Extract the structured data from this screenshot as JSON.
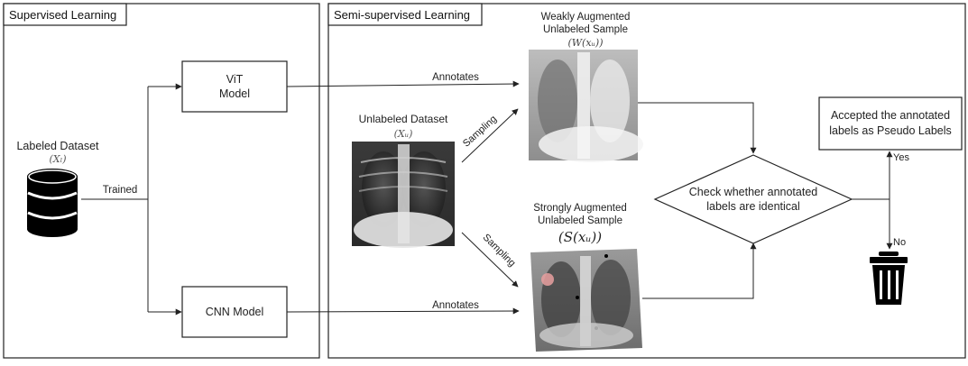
{
  "supervised": {
    "section_title": "Supervised Learning",
    "labeled_dataset_label": "Labeled Dataset",
    "labeled_dataset_symbol": "(Xₗ)",
    "trained_label": "Trained",
    "vit_model_line1": "ViT",
    "vit_model_line2": "Model",
    "cnn_model_label": "CNN Model"
  },
  "semi_supervised": {
    "section_title": "Semi-supervised Learning",
    "unlabeled_dataset_label": "Unlabeled Dataset",
    "unlabeled_dataset_symbol": "(Xᵤ)",
    "sampling_top": "Sampling",
    "sampling_bottom": "Sampling",
    "annotates_top": "Annotates",
    "annotates_bottom": "Annotates",
    "weak_title_line1": "Weakly Augmented",
    "weak_title_line2": "Unlabeled Sample",
    "weak_symbol": "(W(xᵤ))",
    "strong_title_line1": "Strongly Augmented",
    "strong_title_line2": "Unlabeled Sample",
    "strong_symbol": "(S(xᵤ))",
    "decision_line1": "Check whether annotated",
    "decision_line2": "labels are identical",
    "accepted_line1": "Accepted the annotated",
    "accepted_line2": "labels as Pseudo Labels",
    "yes_label": "Yes",
    "no_label": "No"
  },
  "icons": {
    "database": "database-icon",
    "trash": "trash-icon"
  }
}
